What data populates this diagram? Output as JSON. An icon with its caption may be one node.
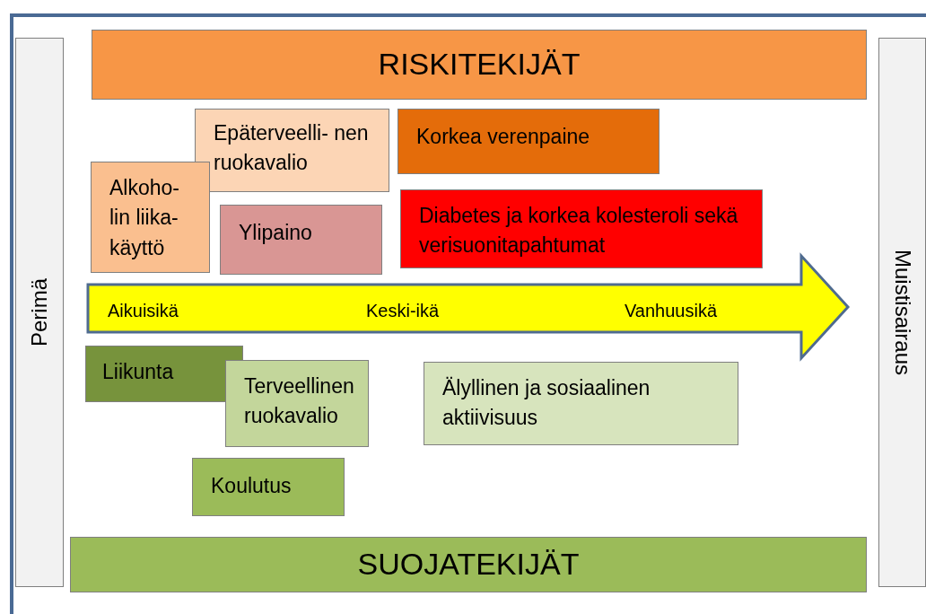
{
  "diagram": {
    "nodes": [
      {
        "text": [
          "Perimä"
        ]
      },
      {
        "text": [
          "RISKITEKIJÄT"
        ]
      },
      {
        "text": [
          "Epäterveelli- nen ruokavalio"
        ]
      },
      {
        "text": [
          "Korkea verenpaine"
        ]
      },
      {
        "text": [
          "Alkoho- lin liika- käyttö"
        ]
      },
      {
        "text": [
          "Ylipaino"
        ]
      },
      {
        "text": [
          "Diabetes ja korkea kolesteroli sekä verisuonitapahtumat"
        ]
      },
      {
        "text": [
          "Aikuisikä",
          "Keski-ikä",
          "Vanhuusikä"
        ]
      },
      {
        "text": [
          "Muistisairaus"
        ]
      },
      {
        "text": [
          "Liikunta"
        ]
      },
      {
        "text": [
          "Terveellinen ruokavalio"
        ]
      },
      {
        "text": [
          "Älyllinen ja sosiaalinen aktiivisuus"
        ]
      },
      {
        "text": [
          "Koulutus"
        ]
      },
      {
        "text": [
          "SUOJATEKIJÄT"
        ]
      }
    ],
    "edges": []
  }
}
